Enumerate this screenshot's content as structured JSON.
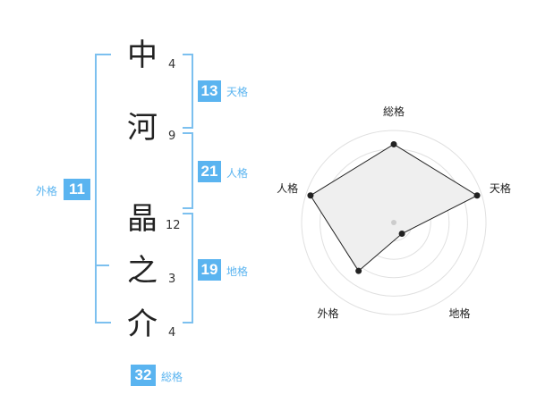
{
  "name": {
    "characters": [
      "中",
      "河",
      "晶",
      "之",
      "介"
    ],
    "strokes": [
      "4",
      "9",
      "12",
      "3",
      "4"
    ]
  },
  "fortune": {
    "tenkaku": {
      "value": "13",
      "label": "天格"
    },
    "jinkaku": {
      "value": "21",
      "label": "人格"
    },
    "chikaku": {
      "value": "19",
      "label": "地格"
    },
    "gaikaku": {
      "value": "11",
      "label": "外格"
    },
    "soukaku": {
      "value": "32",
      "label": "総格"
    }
  },
  "radar": {
    "axes": [
      "総格",
      "天格",
      "地格",
      "外格",
      "人格"
    ],
    "values": [
      0.85,
      0.95,
      0.15,
      0.65,
      0.95
    ],
    "color": "#222222",
    "fill": "#efefef",
    "ring_color": "#e0e0e0"
  }
}
